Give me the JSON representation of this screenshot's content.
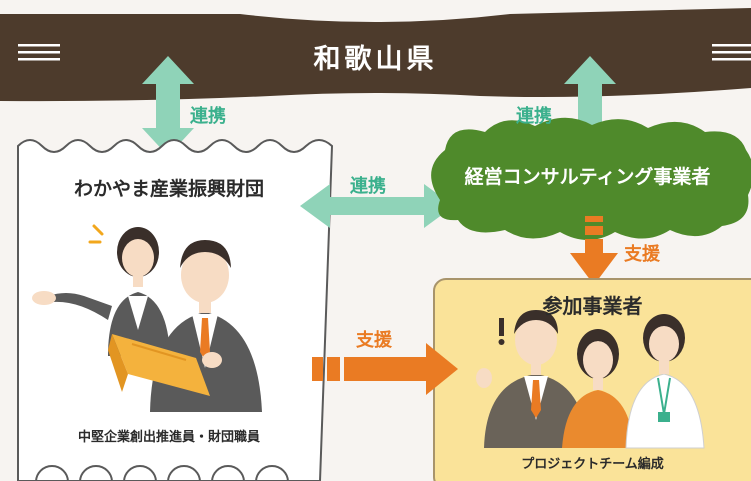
{
  "banner": {
    "title": "和歌山県",
    "color": "#4d3b2c"
  },
  "links": {
    "left_vertical": "連携",
    "right_vertical": "連携",
    "horizontal": "連携",
    "support_down": "支援",
    "support_right": "支援"
  },
  "foundation": {
    "title": "わかやま産業振興財団",
    "caption": "中堅企業創出推進員・財団職員"
  },
  "consultant": {
    "title": "経営コンサルティング事業者",
    "color": "#4f8a2b"
  },
  "participant": {
    "title": "参加事業者",
    "caption": "プロジェクトチーム編成",
    "color": "#fae399"
  },
  "colors": {
    "link_green": "#8fd3b8",
    "link_text": "#3bb08d",
    "support_orange": "#ea7b23",
    "suit_dark": "#5a5a5a"
  },
  "icons": [
    "menu-icon",
    "menu-icon",
    "exclamation-icon",
    "sparkle-icon"
  ]
}
